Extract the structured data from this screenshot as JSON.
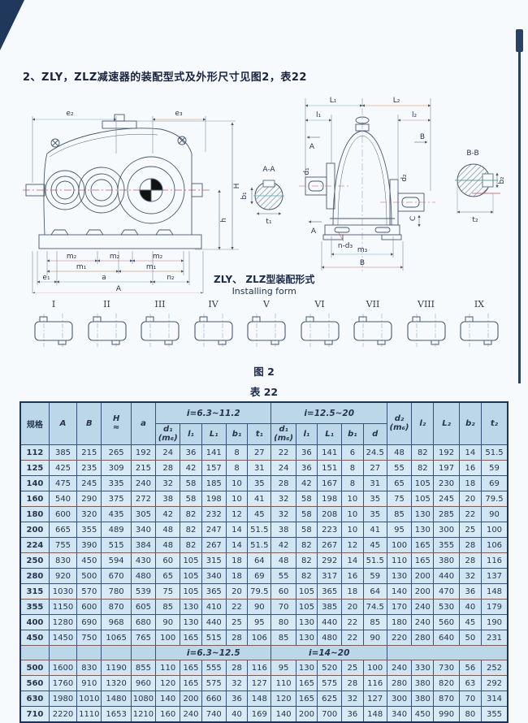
{
  "page": {
    "heading": "2、ZLY，ZLZ减速器的装配型式及外形尺寸见图2，表22"
  },
  "figure": {
    "caption_cn": "ZLY、 ZLZ型装配形式",
    "caption_en": "Installing form",
    "fig_no": "图 2",
    "left_labels": {
      "e2": "e₂",
      "e3": "e₃",
      "H": "H",
      "h": "h",
      "m2": "m₂",
      "m1": "m₁",
      "e1": "e₁",
      "a": "a",
      "n2": "n₂",
      "A": "A"
    },
    "section_aa": {
      "title": "A-A",
      "b1": "b₁",
      "t1": "t₁"
    },
    "right_labels": {
      "L1": "L₁",
      "L2": "L₂",
      "l1": "l₁",
      "l2": "l₂",
      "A": "A",
      "B": "B",
      "d1": "d₁",
      "d2": "d₂",
      "C": "C",
      "n_d3": "n-d₃",
      "m3": "m₃"
    },
    "section_bb": {
      "title": "B-B",
      "b2": "b₂",
      "t2": "t₂"
    },
    "forms": [
      "I",
      "II",
      "III",
      "IV",
      "V",
      "VI",
      "VII",
      "VIII",
      "IX"
    ]
  },
  "table": {
    "table_no": "表 22",
    "col_headers_left": [
      "规格",
      "A",
      "B",
      "H\n≈",
      "a"
    ],
    "group_top": [
      {
        "label": "i=6.3~11.2",
        "cols": [
          "d₁\n(m₆)",
          "l₁",
          "L₁",
          "b₁",
          "t₁"
        ]
      },
      {
        "label": "i=12.5~20",
        "cols": [
          "d₁\n(m₆)",
          "l₁",
          "L₁",
          "b₁",
          "d"
        ]
      }
    ],
    "col_headers_right": [
      "d₂\n(m₆)",
      "l₂",
      "L₂",
      "b₂",
      "t₂"
    ],
    "mid_band": {
      "group1": "i=6.3~12.5",
      "group2": "i=14~20"
    },
    "rows_top": [
      [
        "112",
        "385",
        "215",
        "265",
        "192",
        "24",
        "36",
        "141",
        "8",
        "27",
        "22",
        "36",
        "141",
        "6",
        "24.5",
        "48",
        "82",
        "192",
        "14",
        "51.5"
      ],
      [
        "125",
        "425",
        "235",
        "309",
        "215",
        "28",
        "42",
        "157",
        "8",
        "31",
        "24",
        "36",
        "151",
        "8",
        "27",
        "55",
        "82",
        "197",
        "16",
        "59"
      ],
      [
        "140",
        "475",
        "245",
        "335",
        "240",
        "32",
        "58",
        "185",
        "10",
        "35",
        "28",
        "42",
        "167",
        "8",
        "31",
        "65",
        "105",
        "230",
        "18",
        "69"
      ],
      [
        "160",
        "540",
        "290",
        "375",
        "272",
        "38",
        "58",
        "198",
        "10",
        "41",
        "32",
        "58",
        "198",
        "10",
        "35",
        "75",
        "105",
        "245",
        "20",
        "79.5"
      ],
      [
        "180",
        "600",
        "320",
        "435",
        "305",
        "42",
        "82",
        "232",
        "12",
        "45",
        "32",
        "58",
        "208",
        "10",
        "35",
        "85",
        "130",
        "285",
        "22",
        "90"
      ],
      [
        "200",
        "665",
        "355",
        "489",
        "340",
        "48",
        "82",
        "247",
        "14",
        "51.5",
        "38",
        "58",
        "223",
        "10",
        "41",
        "95",
        "130",
        "300",
        "25",
        "100"
      ],
      [
        "224",
        "755",
        "390",
        "515",
        "384",
        "48",
        "82",
        "267",
        "14",
        "51.5",
        "42",
        "82",
        "267",
        "12",
        "45",
        "100",
        "165",
        "355",
        "28",
        "106"
      ],
      [
        "250",
        "830",
        "450",
        "594",
        "430",
        "60",
        "105",
        "315",
        "18",
        "64",
        "48",
        "82",
        "292",
        "14",
        "51.5",
        "110",
        "165",
        "380",
        "28",
        "116"
      ],
      [
        "280",
        "920",
        "500",
        "670",
        "480",
        "65",
        "105",
        "340",
        "18",
        "69",
        "55",
        "82",
        "317",
        "16",
        "59",
        "130",
        "200",
        "440",
        "32",
        "137"
      ],
      [
        "315",
        "1030",
        "570",
        "780",
        "539",
        "75",
        "105",
        "365",
        "20",
        "79.5",
        "60",
        "105",
        "365",
        "18",
        "64",
        "140",
        "200",
        "470",
        "36",
        "148"
      ],
      [
        "355",
        "1150",
        "600",
        "870",
        "605",
        "85",
        "130",
        "410",
        "22",
        "90",
        "70",
        "105",
        "385",
        "20",
        "74.5",
        "170",
        "240",
        "530",
        "40",
        "179"
      ],
      [
        "400",
        "1280",
        "690",
        "968",
        "680",
        "90",
        "130",
        "440",
        "25",
        "95",
        "80",
        "130",
        "440",
        "22",
        "85",
        "180",
        "240",
        "560",
        "45",
        "190"
      ],
      [
        "450",
        "1450",
        "750",
        "1065",
        "765",
        "100",
        "165",
        "515",
        "28",
        "106",
        "85",
        "130",
        "480",
        "22",
        "90",
        "220",
        "280",
        "640",
        "50",
        "231"
      ]
    ],
    "rows_bottom": [
      [
        "500",
        "1600",
        "830",
        "1190",
        "855",
        "110",
        "165",
        "555",
        "28",
        "116",
        "95",
        "130",
        "520",
        "25",
        "100",
        "240",
        "330",
        "730",
        "56",
        "252"
      ],
      [
        "560",
        "1760",
        "910",
        "1320",
        "960",
        "120",
        "165",
        "575",
        "32",
        "127",
        "110",
        "165",
        "575",
        "28",
        "116",
        "280",
        "380",
        "820",
        "63",
        "292"
      ],
      [
        "630",
        "1980",
        "1010",
        "1480",
        "1080",
        "140",
        "200",
        "660",
        "36",
        "148",
        "120",
        "165",
        "625",
        "32",
        "127",
        "300",
        "380",
        "870",
        "70",
        "314"
      ],
      [
        "710",
        "2220",
        "1110",
        "1653",
        "1210",
        "160",
        "240",
        "740",
        "40",
        "169",
        "140",
        "200",
        "700",
        "36",
        "148",
        "340",
        "450",
        "990",
        "80",
        "355"
      ]
    ]
  },
  "colors": {
    "cell_bg": "#cfe5f1",
    "header_bg": "#bcd8e8",
    "border_dark": "#1d3358",
    "accent_red": "#99503e",
    "centerline_red": "#c25a5a"
  }
}
